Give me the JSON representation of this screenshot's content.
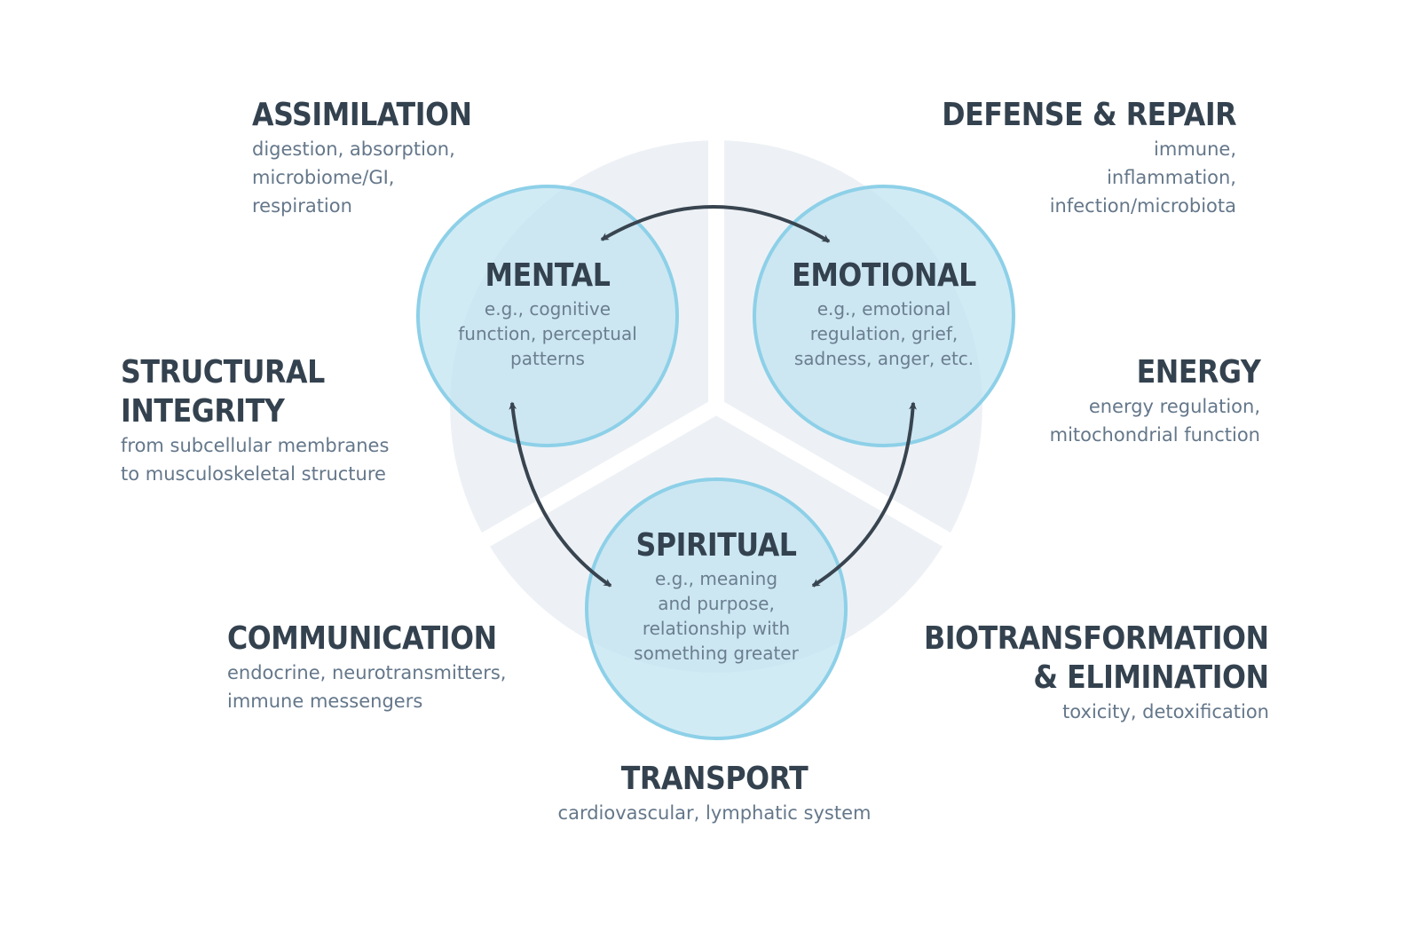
{
  "colors": {
    "title": "#34424f",
    "subtitle": "#64778a",
    "sector": "#edf1f5",
    "circle_fill": "#bfe3f1",
    "circle_stroke": "#8dd0e8",
    "arrow": "#38444f"
  },
  "center_circles": {
    "mental": {
      "title": "MENTAL",
      "lines": [
        "e.g., cognitive",
        "function, perceptual",
        "patterns"
      ]
    },
    "emotional": {
      "title": "EMOTIONAL",
      "lines": [
        "e.g., emotional",
        "regulation, grief,",
        "sadness, anger, etc."
      ]
    },
    "spiritual": {
      "title": "SPIRITUAL",
      "lines": [
        "e.g., meaning",
        "and purpose,",
        "relationship with",
        "something greater"
      ]
    }
  },
  "outer_nodes": {
    "assimilation": {
      "title": "ASSIMILATION",
      "lines": [
        "digestion, absorption,",
        "microbiome/GI,",
        "respiration"
      ]
    },
    "defense": {
      "title": "DEFENSE & REPAIR",
      "lines": [
        "immune,",
        "inflammation,",
        "infection/microbiota"
      ]
    },
    "structural": {
      "title_lines": [
        "STRUCTURAL",
        "INTEGRITY"
      ],
      "lines": [
        "from subcellular membranes",
        "to musculoskeletal structure"
      ]
    },
    "energy": {
      "title": "ENERGY",
      "lines": [
        "energy regulation,",
        "mitochondrial function"
      ]
    },
    "communication": {
      "title": "COMMUNICATION",
      "lines": [
        "endocrine, neurotransmitters,",
        "immune messengers"
      ]
    },
    "biotransformation": {
      "title_lines": [
        "BIOTRANSFORMATION",
        "& ELIMINATION"
      ],
      "lines": [
        "toxicity, detoxification"
      ]
    },
    "transport": {
      "title": "TRANSPORT",
      "lines": [
        "cardiovascular, lymphatic system"
      ]
    }
  }
}
